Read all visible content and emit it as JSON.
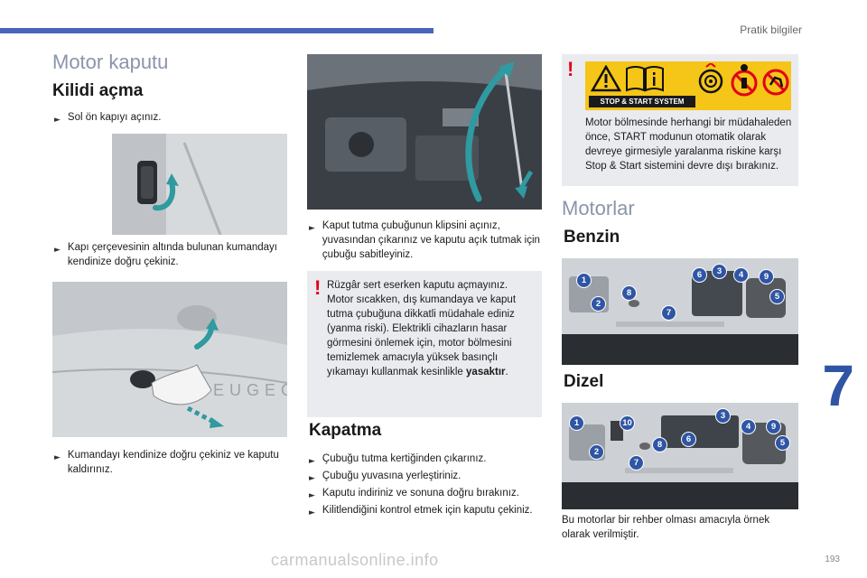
{
  "header": {
    "section_title": "Pratik bilgiler"
  },
  "page": {
    "title": "Motor kaputu",
    "chapter_number": "7",
    "page_number": "193",
    "watermark": "carmanualsonline.info"
  },
  "opening": {
    "heading": "Kilidi açma",
    "step1": "Sol ön kapıyı açınız.",
    "step2": "Kapı çerçevesinin altında bulunan kumandayı kendinize doğru çekiniz.",
    "step3": "Kumandayı kendinize doğru çekiniz ve kaputu kaldırınız.",
    "step4": "Kaput tutma çubuğunun klipsini açınız, yuvasından çıkarınız ve kaputu açık tutmak için çubuğu sabitleyiniz."
  },
  "warning1": {
    "mark": "!",
    "text_main": "Rüzgâr sert eserken kaputu açmayınız. Motor sıcakken, dış kumandaya ve kaput tutma çubuğuna dikkatli müdahale ediniz (yanma riski). Elektrikli cihazların hasar görmesini önlemek için, motor bölmesini temizlemek amacıyla yüksek basınçlı yıkamayı kullanmak kesinlikle ",
    "text_bold": "yasaktır",
    "text_end": "."
  },
  "closing": {
    "heading": "Kapatma",
    "items": [
      "Çubuğu tutma kertiğinden çıkarınız.",
      "Çubuğu yuvasına yerleştiriniz.",
      "Kaputu indiriniz ve sonuna doğru bırakınız.",
      "Kilitlendiğini kontrol etmek için kaputu çekiniz."
    ]
  },
  "warning2": {
    "mark": "!",
    "sticker_label": "STOP & START SYSTEM",
    "text": "Motor bölmesinde herhangi bir müdahaleden önce, START modunun otomatik olarak devreye girmesiyle yaralanma riskine karşı Stop & Start sistemini devre dışı bırakınız."
  },
  "engines": {
    "title": "Motorlar",
    "petrol_heading": "Benzin",
    "diesel_heading": "Dizel",
    "petrol_badges": [
      "1",
      "2",
      "8",
      "7",
      "6",
      "3",
      "4",
      "9",
      "5"
    ],
    "diesel_badges": [
      "1",
      "2",
      "10",
      "8",
      "7",
      "6",
      "3",
      "4",
      "9",
      "5"
    ],
    "footnote": "Bu motorlar bir rehber olması amacıyla örnek olarak verilmiştir."
  },
  "colors": {
    "accent_blue": "#2f55a4",
    "warning_red": "#e2001a",
    "sticker_yellow": "#f5c518",
    "title_gray": "#8b95a8"
  },
  "icons": {
    "bullet": "F-bullet-glyph",
    "arrow": "curved-arrow-icon"
  }
}
